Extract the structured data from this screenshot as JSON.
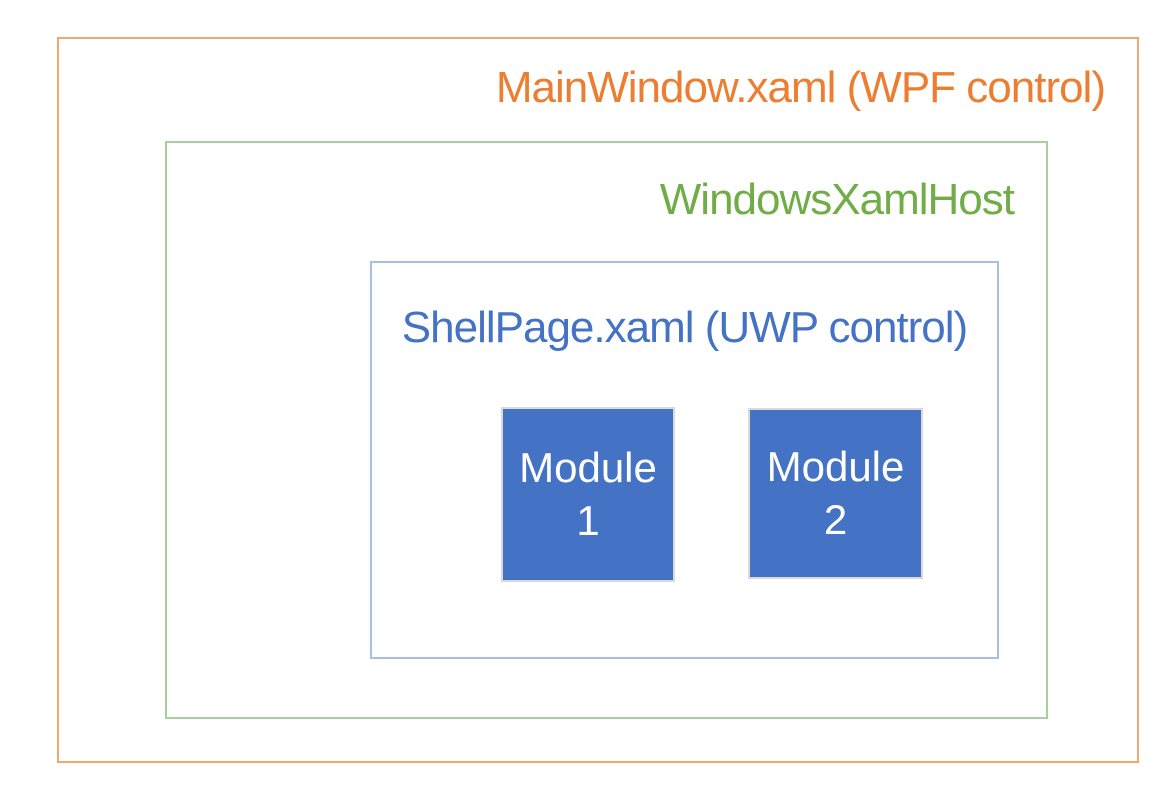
{
  "diagram": {
    "background_color": "#ffffff",
    "mainwindow": {
      "label": "MainWindow.xaml (WPF control)",
      "text_color": "#ed7d31",
      "border_color": "#f3a772"
    },
    "host": {
      "label": "WindowsXamlHost",
      "text_color": "#70ad47",
      "border_color": "#a9cf9b"
    },
    "shell": {
      "label": "ShellPage.xaml (UWP control)",
      "text_color": "#4472c4",
      "border_color": "#a6c0e4"
    },
    "modules": [
      {
        "label": "Module 1",
        "line1": "Module",
        "line2": "1"
      },
      {
        "label": "Module 2",
        "line1": "Module",
        "line2": "2"
      }
    ],
    "module_style": {
      "fill_color": "#4472c4",
      "border_color": "#d9d9d9",
      "text_color": "#ffffff"
    }
  }
}
